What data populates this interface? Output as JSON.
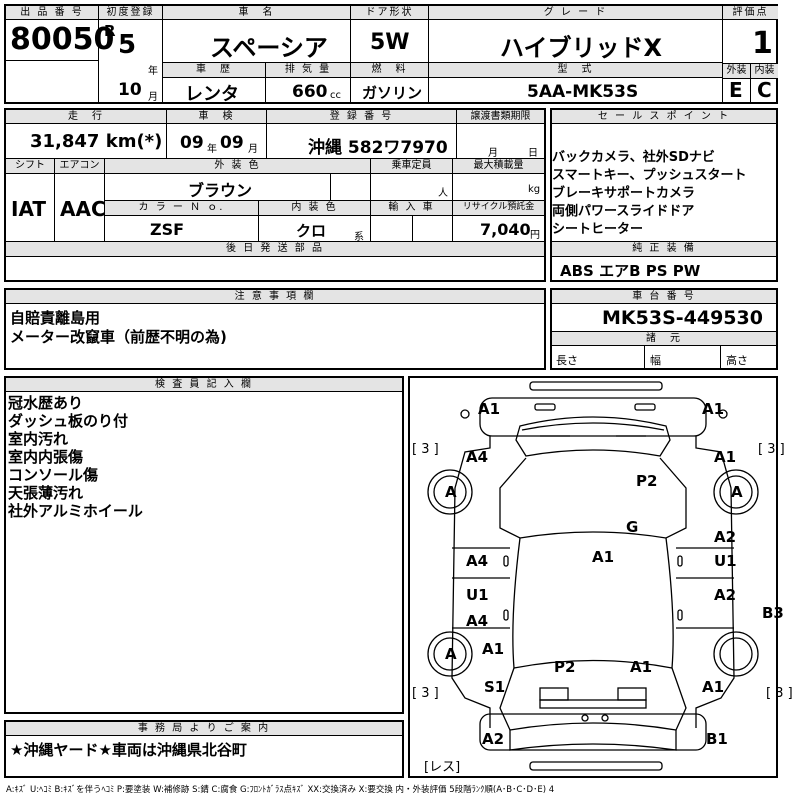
{
  "header": {
    "lot_no_label": "出 品 番 号",
    "lot_no": "80050",
    "first_reg_label": "初度登録",
    "era": "R",
    "year_num": "5",
    "year_unit": "年",
    "month_num": "10",
    "month_unit": "月",
    "car_name_label": "車　名",
    "car_name": "スペーシア",
    "doors_label": "ドア形状",
    "doors": "5W",
    "grade_label": "グ レ ー ド",
    "grade": "ハイブリッドX",
    "score_label": "評価点",
    "score": "1",
    "ext_label": "外装",
    "int_label": "内装",
    "ext_grade": "E",
    "int_grade": "C",
    "history_label": "車　歴",
    "history": "レンタ",
    "disp_label": "排 気 量",
    "disp": "660",
    "disp_unit": "cc",
    "fuel_label": "燃　料",
    "fuel": "ガソリン",
    "model_label": "型　式",
    "model": "5AA-MK53S"
  },
  "row2": {
    "mileage_label": "走　行",
    "mileage": "31,847 km(*)",
    "inspection_label": "車　検",
    "insp_year": "09",
    "insp_year_unit": "年",
    "insp_month": "09",
    "insp_month_unit": "月",
    "reg_label": "登 録 番 号",
    "reg_no": "沖縄 582ワ7970",
    "transfer_label": "譲渡書類期限",
    "transfer_month_unit": "月",
    "transfer_day_unit": "日",
    "shift_label": "シフト",
    "shift": "IAT",
    "ac_label": "エアコン",
    "ac": "AAC",
    "ext_color_label": "外 装 色",
    "ext_color": "ブラウン",
    "capacity_label": "乗車定員",
    "capacity_unit": "人",
    "load_label": "最大積載量",
    "load_unit": "kg",
    "color_no_label": "カ ラ ー Ｎ ｏ.",
    "color_no": "ZSF",
    "int_color_label": "内 装 色",
    "int_color": "クロ",
    "int_color_unit": "系",
    "import_label": "輸 入 車",
    "recycle_label": "リサイクル預託金",
    "recycle": "7,040",
    "recycle_unit": "円",
    "later_parts_label": "後 日 発 送 部 品"
  },
  "sales": {
    "label": "セ ー ル ス ポ イ ン ト",
    "lines": [
      "バックカメラ、社外SDナビ",
      "スマートキー、プッシュスタート",
      "ブレーキサポートカメラ",
      "両側パワースライドドア",
      "シートヒーター"
    ]
  },
  "equipment": {
    "label": "純 正 装 備",
    "value": "ABS エアB PS PW"
  },
  "caution": {
    "label": "注 意 事 項 欄",
    "lines": [
      "自賠責離島用",
      "メーター改竄車（前歴不明の為)"
    ]
  },
  "chassis": {
    "label": "車 台 番 号",
    "value": "MK53S-449530",
    "dims_label": "諸　元",
    "length_label": "長さ",
    "width_label": "幅",
    "height_label": "高さ"
  },
  "inspector": {
    "label": "検 査 員 記 入 欄",
    "lines": [
      "冠水歴あり",
      "ダッシュ板のり付",
      "室内汚れ",
      "室内内張傷",
      "コンソール傷",
      "天張薄汚れ",
      "社外アルミホイール"
    ]
  },
  "office": {
    "label": "事 務 局 よ り ご 案 内",
    "note": "★沖縄ヤード★車両は沖縄県北谷町"
  },
  "diagram": {
    "tire_left_top": "[ 3 ]",
    "tire_right_top": "[ 3 ]",
    "tire_left_bottom": "[ 3 ]",
    "tire_right_bottom": "[ 3 ]",
    "spare": "[レス]",
    "marks": {
      "a1_tl": "A1",
      "a1_tr": "A1",
      "a4_l1": "A4",
      "a1_r1": "A1",
      "a_lw": "A",
      "a_rw": "A",
      "p2_top": "P2",
      "g": "G",
      "a4_l2": "A4",
      "a1_c": "A1",
      "a2_r1": "A2",
      "u1_r": "U1",
      "u1_l": "U1",
      "a4_l3": "A4",
      "a2_r2": "A2",
      "b3": "B3",
      "a_lw2": "A",
      "a1_l": "A1",
      "p2_b": "P2",
      "a1_b": "A1",
      "s1": "S1",
      "a1_br": "A1",
      "a2_bl": "A2",
      "b1_br": "B1"
    }
  },
  "legend": "A:ｷｽﾞ  U:ﾍｺﾐ  B:ｷｽﾞを伴うﾍｺﾐ  P:要塗装  W:補修跡  S:錆  C:腐食  G:ﾌﾛﾝﾄｶﾞﾗｽ点ｷｽﾞ  XX:交換済み  X:要交換   内・外装評価  5段階ﾗﾝｸ順(A･B･C･D･E) 4"
}
